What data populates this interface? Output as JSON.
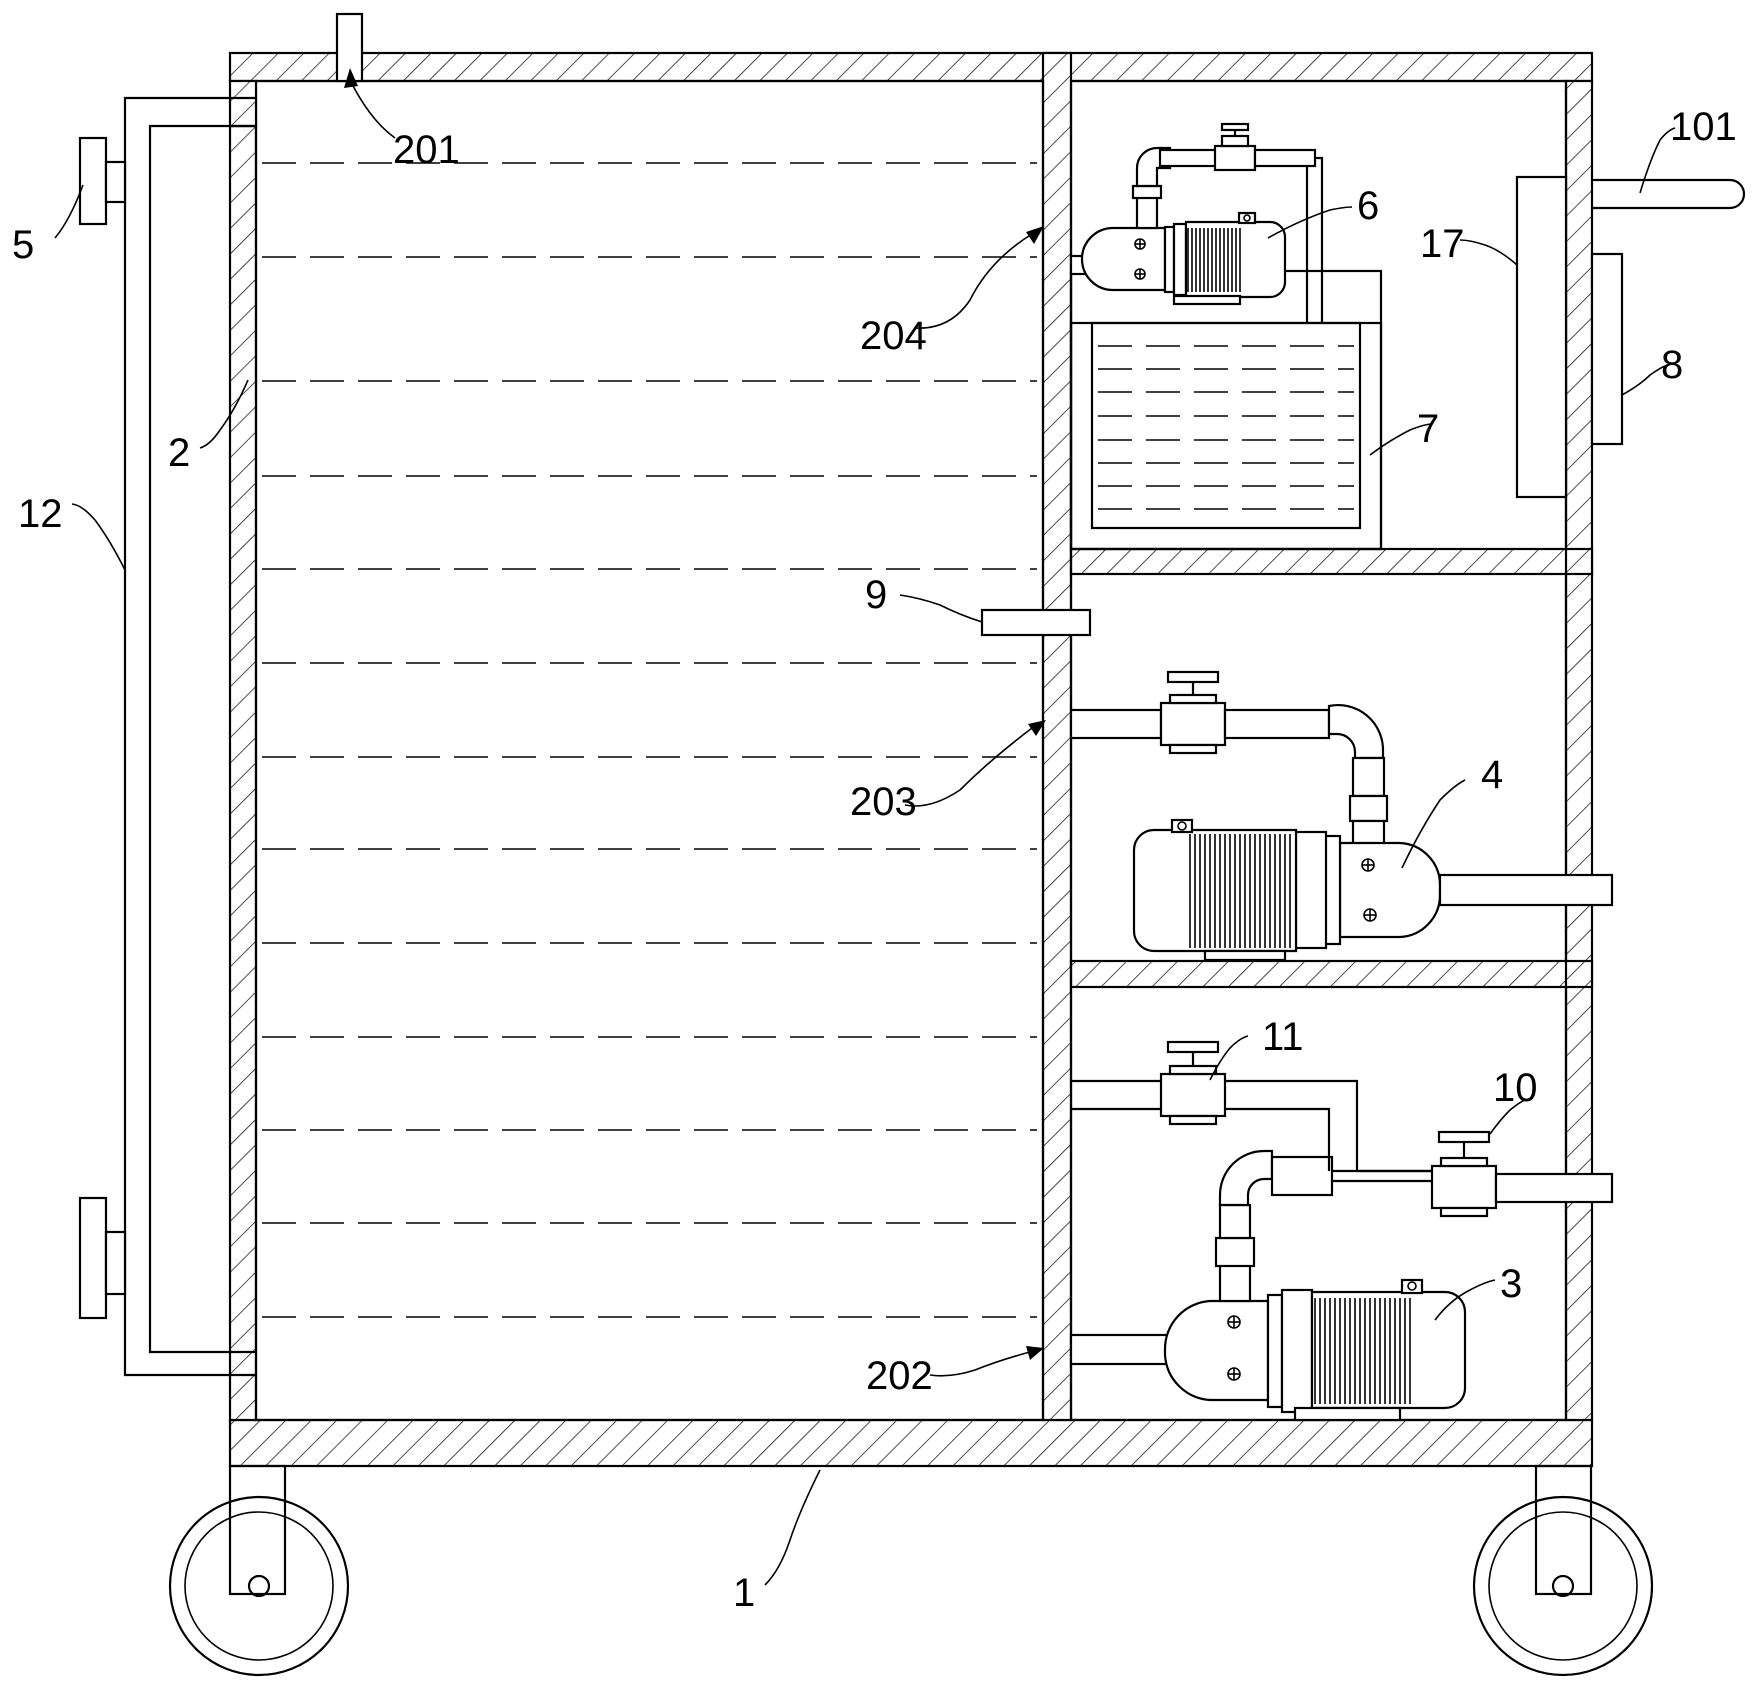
{
  "figure": {
    "type": "patent-schematic",
    "description_free": true,
    "labels": {
      "l1": "1",
      "l2": "2",
      "l3": "3",
      "l4": "4",
      "l5": "5",
      "l6": "6",
      "l7": "7",
      "l8": "8",
      "l9": "9",
      "l10": "10",
      "l11": "11",
      "l12": "12",
      "l17": "17",
      "l101": "101",
      "l201": "201",
      "l202": "202",
      "l203": "203",
      "l204": "204"
    }
  }
}
